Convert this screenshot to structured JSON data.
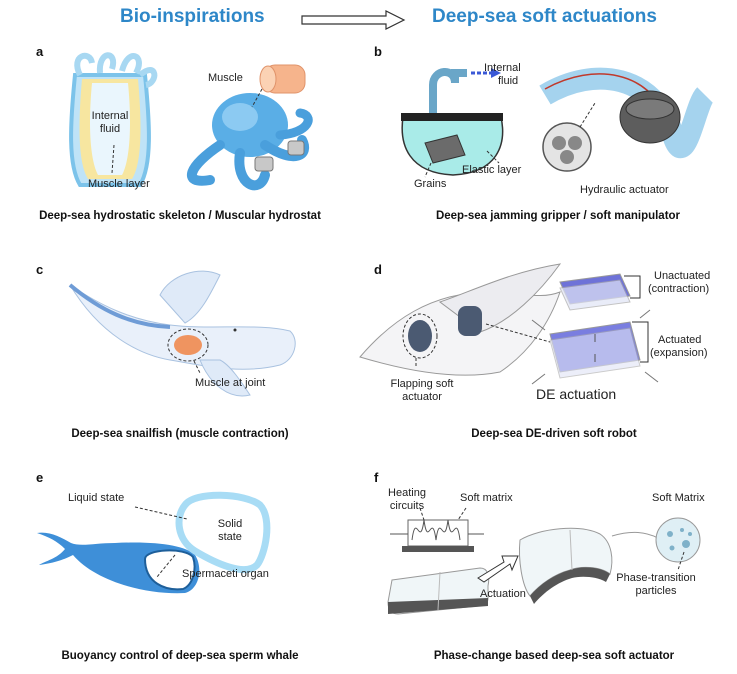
{
  "header": {
    "left_title": "Bio-inspirations",
    "right_title": "Deep-sea soft actuations"
  },
  "panels": {
    "a": {
      "label": "a",
      "fluid_1": "Internal",
      "fluid_2": "fluid",
      "muscle": "Muscle",
      "muscle_layer": "Muscle layer",
      "caption": "Deep-sea hydrostatic skeleton / Muscular hydrostat"
    },
    "b": {
      "label": "b",
      "fluid_1": "Internal",
      "fluid_2": "fluid",
      "grains": "Grains",
      "elastic": "Elastic layer",
      "hydraulic": "Hydraulic actuator",
      "caption": "Deep-sea jamming gripper / soft manipulator"
    },
    "c": {
      "label": "c",
      "muscle_joint": "Muscle at joint",
      "caption": "Deep-sea snailfish (muscle contraction)"
    },
    "d": {
      "label": "d",
      "unact_1": "Unactuated",
      "unact_2": "(contraction)",
      "act_1": "Actuated",
      "act_2": "(expansion)",
      "flap_1": "Flapping soft",
      "flap_2": "actuator",
      "de": "DE actuation",
      "caption": "Deep-sea DE-driven soft robot"
    },
    "e": {
      "label": "e",
      "liquid": "Liquid state",
      "solid_1": "Solid",
      "solid_2": "state",
      "organ": "Spermaceti organ",
      "caption": "Buoyancy control of deep-sea sperm whale"
    },
    "f": {
      "label": "f",
      "heat_1": "Heating",
      "heat_2": "circuits",
      "soft_matrix_small": "Soft matrix",
      "soft_matrix": "Soft Matrix",
      "actuation": "Actuation",
      "ptp_1": "Phase-transition",
      "ptp_2": "particles",
      "caption": "Phase-change based deep-sea soft actuator"
    }
  }
}
